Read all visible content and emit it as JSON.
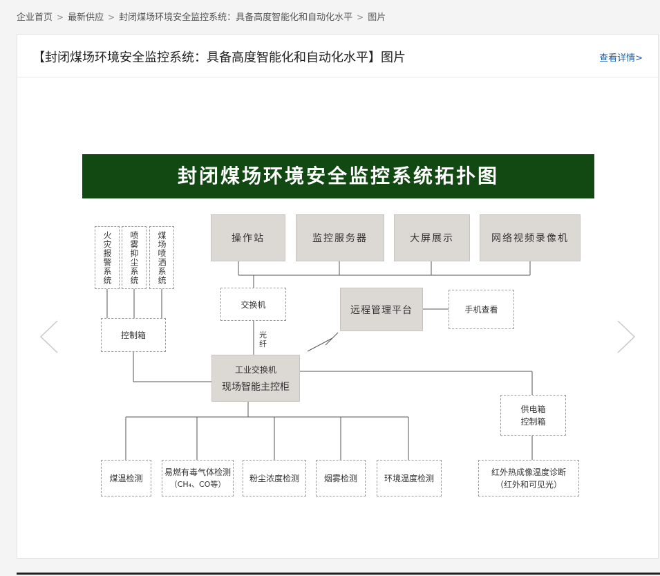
{
  "breadcrumb": [
    "企业首页",
    "最新供应",
    "封闭煤场环境安全监控系统：具备高度智能化和自动化水平",
    "图片"
  ],
  "panel": {
    "title": "【封闭煤场环境安全监控系统：具备高度智能化和自动化水平】图片",
    "detail_link": "查看详情>"
  },
  "diagram": {
    "title": "封闭煤场环境安全监控系统拓扑图",
    "top_boxes": [
      "操作站",
      "监控服务器",
      "大屏展示",
      "网络视频录像机"
    ],
    "left_vertical_boxes": [
      "火灾报警系统",
      "喷雾抑尘系统",
      "煤场喷洒系统"
    ],
    "control_box": "控制箱",
    "switch": "交换机",
    "fiber_label": "光纤",
    "remote_platform": "远程管理平台",
    "phone_view": "手机查看",
    "main_cabinet": {
      "line1": "工业交换机",
      "line2": "现场智能主控柜"
    },
    "power_box": {
      "line1": "供电箱",
      "line2": "控制箱"
    },
    "bottom_boxes": [
      "煤温检测",
      "粉尘浓度检测",
      "烟雾检测",
      "环境温度检测"
    ],
    "gas_box": {
      "line1": "易燃有毒气体检测",
      "line2": "（CH₄、CO等）"
    },
    "infrared_box": {
      "line1": "红外热成像温度诊断",
      "line2": "（红外和可见光）"
    }
  },
  "colors": {
    "banner_bg": "#124812",
    "link": "#1a5aa0",
    "gray_box": "#dcd8d4"
  },
  "icons": {
    "prev": "chevron-left-icon",
    "next": "chevron-right-icon",
    "crumb_sep": "chevron-right-icon"
  }
}
